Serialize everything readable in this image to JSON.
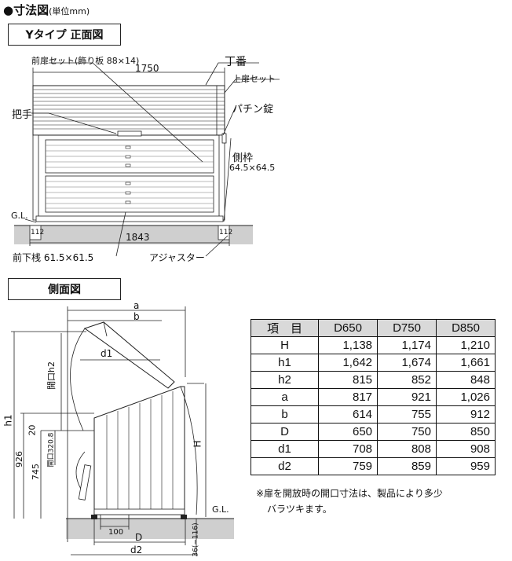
{
  "header": {
    "title": "●寸法図",
    "unit": "(単位mm)"
  },
  "front": {
    "heading": "Yタイプ 正面図",
    "labels": {
      "front_door_set": "前扉セット(飾り板 88×14)",
      "width_top": "1750",
      "hinge": "丁番",
      "upper_door_set": "上扉セット",
      "handle": "把手",
      "latch": "パチン錠",
      "side_frame": "側枠",
      "side_frame_size": "64.5×64.5",
      "gl": "G.L.",
      "foot_left": "112",
      "foot_right": "112",
      "width_bottom": "1843",
      "front_lower_rail": "前下桟 61.5×61.5",
      "adjuster": "アジャスター"
    }
  },
  "side": {
    "heading": "側面図",
    "labels": {
      "a": "a",
      "b": "b",
      "d1": "d1",
      "h1": "h1",
      "h2_open": "開口h2",
      "dim20": "20",
      "open320": "開口320.8",
      "dim926": "926",
      "dim745": "745",
      "H": "H",
      "gl": "G.L.",
      "dim100": "100",
      "D": "D",
      "d2": "d2",
      "adj": "36(~116)"
    }
  },
  "table": {
    "headers": [
      "項　目",
      "D650",
      "D750",
      "D850"
    ],
    "rows": [
      [
        "H",
        "1,138",
        "1,174",
        "1,210"
      ],
      [
        "h1",
        "1,642",
        "1,674",
        "1,661"
      ],
      [
        "h2",
        "815",
        "852",
        "848"
      ],
      [
        "a",
        "817",
        "921",
        "1,026"
      ],
      [
        "b",
        "614",
        "755",
        "912"
      ],
      [
        "D",
        "650",
        "750",
        "850"
      ],
      [
        "d1",
        "708",
        "808",
        "908"
      ],
      [
        "d2",
        "759",
        "859",
        "959"
      ]
    ]
  },
  "note": {
    "line1": "※扉を開放時の開口寸法は、製品により多少",
    "line2": "バラツキます。"
  }
}
